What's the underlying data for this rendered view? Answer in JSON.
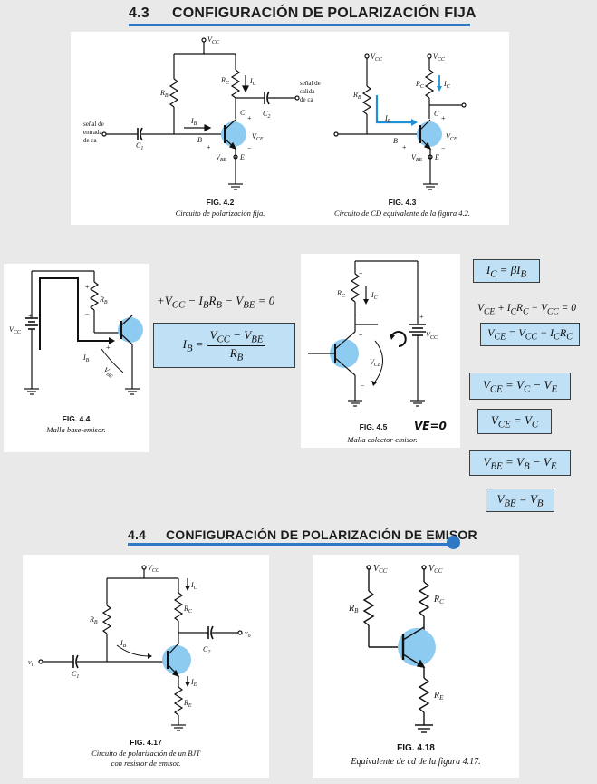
{
  "section1": {
    "number": "4.3",
    "title": "CONFIGURACIÓN DE POLARIZACIÓN FIJA"
  },
  "section2": {
    "number": "4.4",
    "title": "CONFIGURACIÓN DE POLARIZACIÓN DE EMISOR"
  },
  "fig42": {
    "label": "FIG. 4.2",
    "caption": "Circuito de polarización fija.",
    "labels": {
      "vcc": "V",
      "vcc_sub": "CC",
      "rb": "R",
      "rb_sub": "B",
      "rc": "R",
      "rc_sub": "C",
      "ic": "I",
      "ic_sub": "C",
      "c2": "C",
      "c2_sub": "2",
      "c1": "C",
      "c1_sub": "1",
      "ib": "I",
      "ib_sub": "B",
      "node_c": "C",
      "node_b": "B",
      "node_e": "E",
      "vce": "V",
      "vce_sub": "CE",
      "vbe": "V",
      "vbe_sub": "BE",
      "out1": "señal de",
      "out2": "salida",
      "out3": "de ca",
      "in1": "señal de",
      "in2": "entrada",
      "in3": "de ca"
    }
  },
  "fig43": {
    "label": "FIG. 4.3",
    "caption": "Circuito de CD equivalente de la figura 4.2."
  },
  "fig44": {
    "label": "FIG. 4.4",
    "caption": "Malla base-emisor."
  },
  "fig45": {
    "label": "FIG. 4.5",
    "caption": "Malla colector-emisor.",
    "note": "VE=0"
  },
  "fig417": {
    "label": "FIG. 4.17",
    "caption_line1": "Circuito de polarización de un BJT",
    "caption_line2": "con resistor de emisor.",
    "labels": {
      "vo": "v",
      "vo_sub": "o",
      "vi": "v",
      "vi_sub": "i",
      "re": "R",
      "re_sub": "E",
      "ie": "I",
      "ie_sub": "E"
    }
  },
  "fig418": {
    "label": "FIG. 4.18",
    "caption": "Equivalente de cd de la figura 4.17."
  },
  "equations": {
    "kvl_base": "+V_CC − I_B R_B − V_BE = 0",
    "ib": "I_B = (V_CC − V_BE) / R_B",
    "ic": "I_C = βI_B",
    "kvl_col": "V_CE + I_C R_C − V_CC = 0",
    "vce1": "V_CE = V_CC − I_C R_C",
    "vce2": "V_CE = V_C − V_E",
    "vce3": "V_CE = V_C",
    "vbe1": "V_BE = V_B − V_E",
    "vbe2": "V_BE = V_B"
  },
  "colors": {
    "accent_line": "#2f78c6",
    "transistor_fill": "#8ecbf0",
    "eq_box": "#bfe0f5",
    "arrow_blue": "#1e90d6"
  }
}
